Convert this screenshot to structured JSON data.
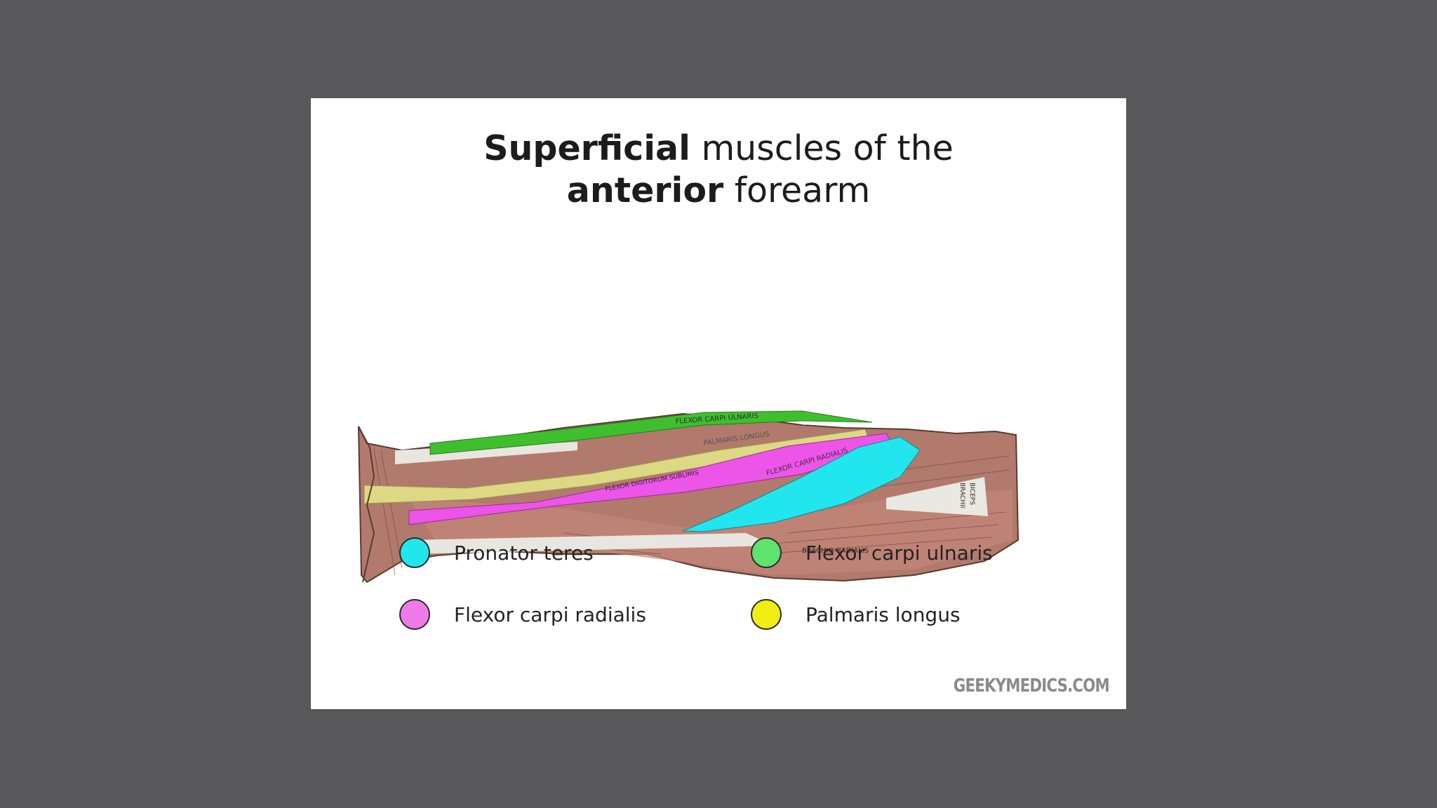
{
  "title": {
    "line1_bold": "Superficial",
    "line1_rest": " muscles of the",
    "line2_bold": "anterior",
    "line2_rest": " forearm"
  },
  "diagram_labels": {
    "fcu": "FLEXOR CARPI ULNARIS",
    "pl": "PALMARIS LONGUS",
    "fcr": "FLEXOR CARPI RADIALIS",
    "fds": "FLEXOR DIGITORUM SUBLIMIS",
    "br": "BRACHIO-RADIALIS",
    "biceps": "BICEPS",
    "brachii": "BRACHII"
  },
  "legend": [
    {
      "label": "Pronator teres",
      "color": "#22e6ee"
    },
    {
      "label": "Flexor carpi ulnaris",
      "color": "#5fe26e"
    },
    {
      "label": "Flexor carpi radialis",
      "color": "#f07ae8"
    },
    {
      "label": "Palmaris longus",
      "color": "#f2ee14"
    }
  ],
  "watermark": "GEEKYMEDICS.COM",
  "colors": {
    "muscle": "#b47f72",
    "tendon": "#e6e3dc",
    "pronator_teres": "#22e6ee",
    "flexor_carpi_ulnaris": "#3fbf2e",
    "flexor_carpi_radialis": "#ec55e8",
    "palmaris_longus": "#dcd884"
  }
}
